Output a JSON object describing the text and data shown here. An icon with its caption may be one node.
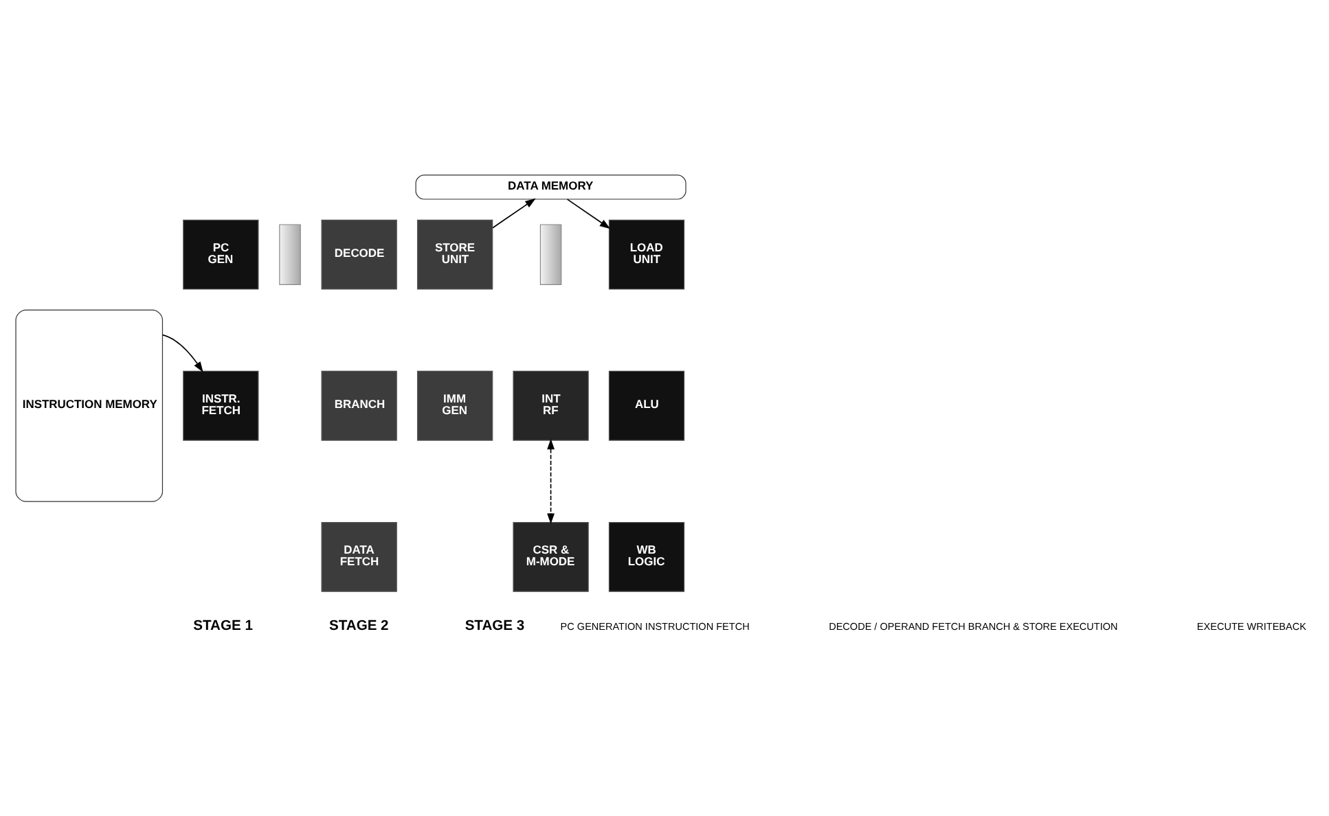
{
  "diagram": {
    "nodes": [
      {
        "text": [
          "DATA MEMORY"
        ]
      },
      {
        "text": [
          "INSTRUCTION MEMORY"
        ]
      },
      {
        "text": [
          "PC GEN"
        ]
      },
      {
        "text": [
          "INSTR. FETCH"
        ]
      },
      {
        "text": [],
        "shape": "bar"
      },
      {
        "text": [
          "DECODE"
        ]
      },
      {
        "text": [
          "STORE UNIT"
        ]
      },
      {
        "text": [
          "BRANCH"
        ]
      },
      {
        "text": [
          "IMM GEN"
        ]
      },
      {
        "text": [
          "DATA FETCH"
        ]
      },
      {
        "text": [],
        "shape": "bar"
      },
      {
        "text": [
          "INT RF"
        ]
      },
      {
        "text": [
          "CSR & M-MODE"
        ]
      },
      {
        "text": [
          "LOAD UNIT"
        ]
      },
      {
        "text": [
          "ALU"
        ]
      },
      {
        "text": [
          "WB LOGIC"
        ]
      }
    ],
    "edges": [
      {
        "from": 1,
        "to": 3,
        "arrow": "to"
      },
      {
        "from": 6,
        "to": 0,
        "arrow": "to"
      },
      {
        "from": 0,
        "to": 13,
        "arrow": "to"
      },
      {
        "from": 11,
        "to": 12,
        "arrow": "both",
        "style": "dashed"
      }
    ],
    "labels": [
      "STAGE 1",
      "PC GENERATION INSTRUCTION FETCH",
      "STAGE 2",
      "DECODE / OPERAND FETCH BRANCH & STORE EXECUTION",
      "STAGE 3",
      "EXECUTE WRITEBACK"
    ]
  }
}
